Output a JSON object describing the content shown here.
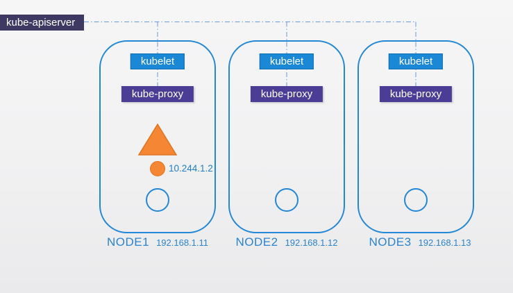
{
  "diagram": {
    "apiserver_label": "kube-apiserver",
    "nodes": [
      {
        "kubelet": "kubelet",
        "kube_proxy": "kube-proxy",
        "name": "NODE1",
        "ip": "192.168.1.11",
        "pod_ip": "10.244.1.2"
      },
      {
        "kubelet": "kubelet",
        "kube_proxy": "kube-proxy",
        "name": "NODE2",
        "ip": "192.168.1.12"
      },
      {
        "kubelet": "kubelet",
        "kube_proxy": "kube-proxy",
        "name": "NODE3",
        "ip": "192.168.1.13"
      }
    ],
    "icons": {
      "pod_triangle": "orange-triangle-pod-icon",
      "pod_dot": "orange-pod-dot-icon",
      "container_circle": "empty-container-circle-icon"
    },
    "colors": {
      "background": "#f1f1f2",
      "apiserver_bg": "#3e3963",
      "kubelet_bg": "#1a88d5",
      "kube_proxy_bg": "#4b3d96",
      "node_border": "#2287d4",
      "connector_line": "#7ea9dc",
      "pod_orange": "#f58634",
      "pod_orange_border": "#de7420",
      "label_blue": "#2b83cd"
    }
  }
}
